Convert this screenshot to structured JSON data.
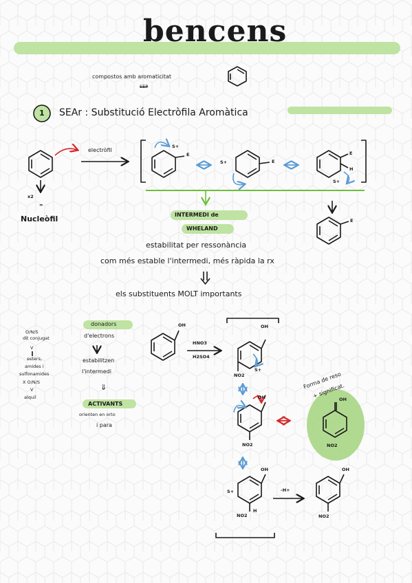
{
  "title": "bencens",
  "intro": {
    "compostos": "compostos amb aromaticitat",
    "sep": "SEP"
  },
  "section1": {
    "number": "1",
    "heading": "SEAr : Substitució Electròfila Aromàtica"
  },
  "reaction": {
    "electrofil": "electròfil",
    "x2": "x2",
    "eq": "=",
    "nucleofil": "Nucleòfil",
    "E": "E",
    "splus": "S+",
    "H": "H",
    "wheland1": "INTERMEDI de",
    "wheland2": "WHELAND",
    "estab": "estabilitat per ressonància",
    "faster": "com més estable l'intermedi, més ràpida la rx",
    "subst": "els substituents MOLT importants"
  },
  "left_notes": {
    "n1": "O/N/S",
    "n2": "dit conjugat",
    "v1": "V",
    "n3": "esters,",
    "n4": "amides i",
    "n5": "sulfonamides",
    "n6": "X O/N/S",
    "v2": "V",
    "n7": "alquil"
  },
  "middle_notes": {
    "donadors": "donadors",
    "delectrons": "d'electrons",
    "arrow": "↓",
    "estab1": "estabilitzen",
    "estab2": "l'intermedi",
    "darrow": "⇓",
    "activants": "ACTIVANTS",
    "orienten": "orienten en orto",
    "ipara": "i para"
  },
  "nitration": {
    "OH": "OH",
    "HNO3": "HNO3",
    "H2SO4": "H2SO4",
    "NO2": "NO2",
    "splus": "S+",
    "H": "H",
    "minusH": "-H+",
    "forma1": "Forma de reso",
    "forma2": "+ significat."
  },
  "colors": {
    "green": "#a3d47e",
    "green_light": "#bfe3a2",
    "red": "#d62828",
    "blue": "#5b9bd5"
  }
}
